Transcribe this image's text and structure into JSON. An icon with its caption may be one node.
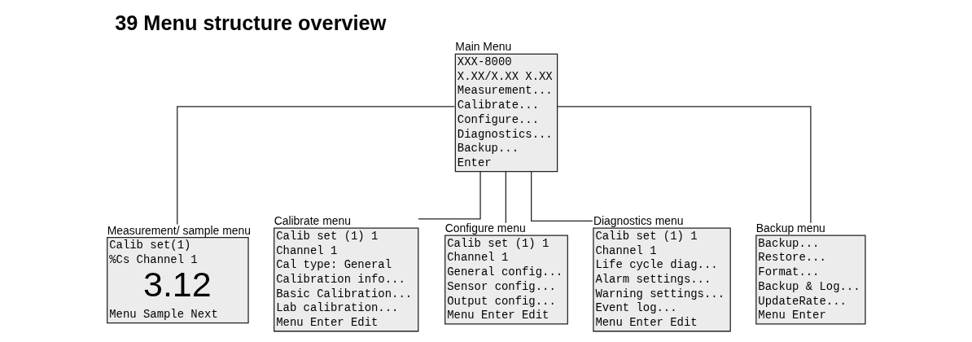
{
  "diagram": {
    "title": "39 Menu structure overview",
    "nodes": [
      {
        "text": [
          "Main Menu",
          "XXX-8000",
          "X.XX/X.XX X.XX",
          "Measurement...",
          "Calibrate...",
          "Configure...",
          "Diagnostics...",
          "Backup...",
          "Enter"
        ]
      },
      {
        "text": [
          "Measurement/ sample menu",
          "Calib set(1)",
          "%Cs Channel 1",
          "3.12",
          "Menu Sample Next"
        ]
      },
      {
        "text": [
          "Calibrate menu",
          "Calib set (1) 1",
          "Channel 1",
          "Cal type: General",
          "Calibration info...",
          "Basic Calibration...",
          "Lab calibration...",
          "Menu Enter Edit"
        ]
      },
      {
        "text": [
          "Configure menu",
          "Calib set (1) 1",
          "Channel 1",
          "General config...",
          "Sensor config...",
          "Output config...",
          "Menu Enter Edit"
        ]
      },
      {
        "text": [
          "Diagnostics menu",
          "Calib set (1) 1",
          "Channel 1",
          "Life cycle diag...",
          "Alarm settings...",
          "Warning settings...",
          "Event log...",
          "Menu Enter Edit"
        ]
      },
      {
        "text": [
          "Backup menu",
          "Backup...",
          "Restore...",
          "Format...",
          "Backup & Log...",
          "UpdateRate...",
          "Menu Enter"
        ]
      }
    ],
    "edges": [
      {
        "from": 0,
        "to": 1,
        "arrow": "none"
      },
      {
        "from": 0,
        "to": 2,
        "arrow": "none"
      },
      {
        "from": 0,
        "to": 3,
        "arrow": "none"
      },
      {
        "from": 0,
        "to": 4,
        "arrow": "none"
      },
      {
        "from": 0,
        "to": 5,
        "arrow": "none"
      }
    ]
  }
}
